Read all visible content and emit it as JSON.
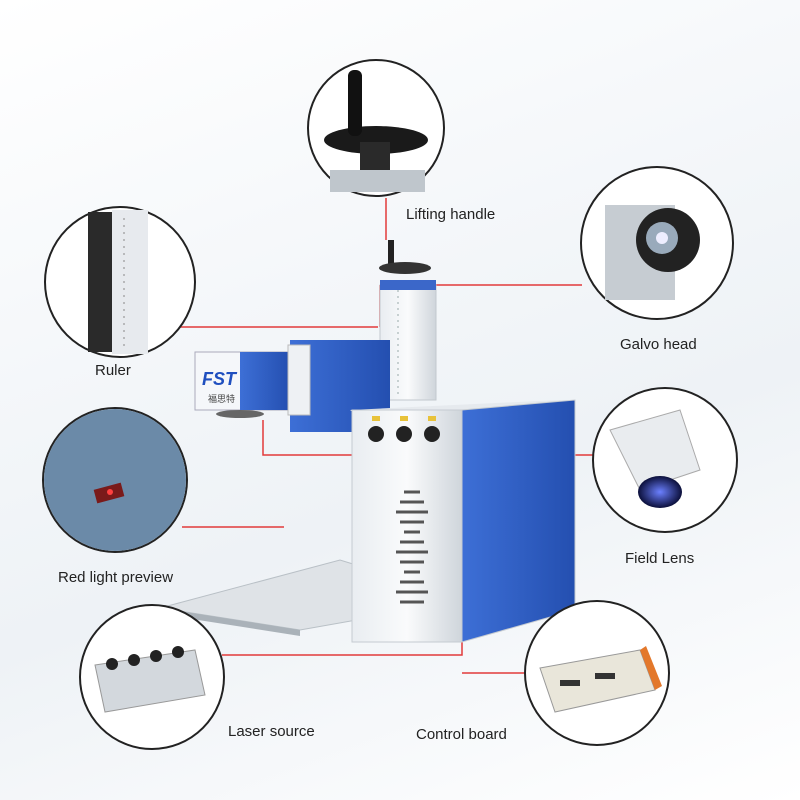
{
  "brand": {
    "logo_text": "FST",
    "logo_subtext": "福思特"
  },
  "colors": {
    "accent_line": "#e23a3a",
    "panel_blue": "#2f5fc4"
  },
  "callouts": [
    {
      "id": "lifting-handle",
      "label": "Lifting handle"
    },
    {
      "id": "galvo-head",
      "label": "Galvo head"
    },
    {
      "id": "ruler",
      "label": "Ruler"
    },
    {
      "id": "field-lens",
      "label": "Field Lens"
    },
    {
      "id": "red-light-preview",
      "label": "Red light preview"
    },
    {
      "id": "laser-source",
      "label": "Laser source"
    },
    {
      "id": "control-board",
      "label": "Control board"
    }
  ]
}
